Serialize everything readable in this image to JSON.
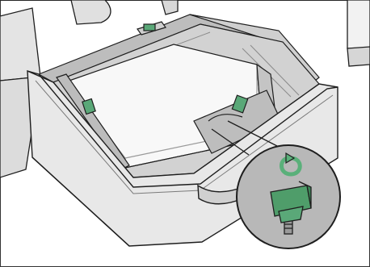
{
  "figure": {
    "type": "technical-illustration",
    "subject": "paper-tray-pulled-out",
    "callout": {
      "icon": "rotation-arrow-icon",
      "part": "thumbscrew",
      "accent_color": "#5ab07a",
      "part_color": "#4f9d6a"
    },
    "colors": {
      "outline": "#1e1e1e",
      "tray_light": "#e6e6e6",
      "tray_mid": "#cfcfcf",
      "tray_dark": "#9a9a9a",
      "paper": "#fafafa",
      "guide_green": "#5aa878",
      "callout_bg": "#b8b8b8"
    }
  }
}
